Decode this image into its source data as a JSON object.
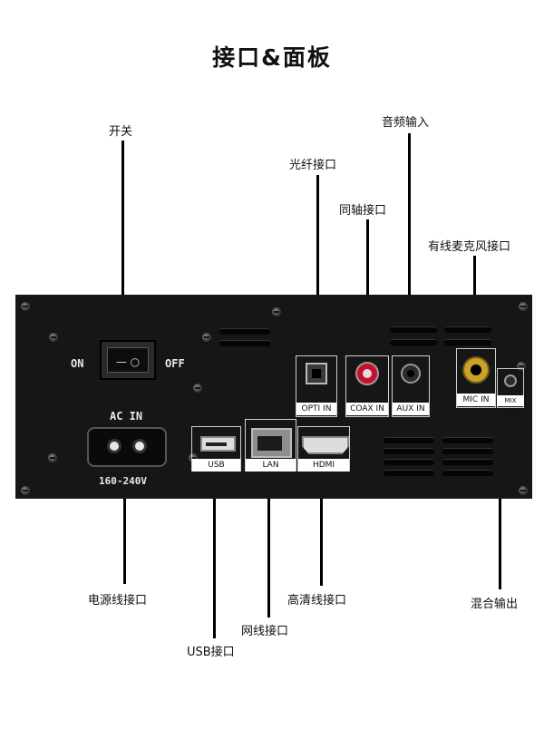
{
  "title": "接口&面板",
  "callouts": {
    "power_switch": "开关",
    "optical_in": "光纤接口",
    "coax_in": "同轴接口",
    "audio_in": "音频输入",
    "mic_in": "有线麦克风接口",
    "power_cord": "电源线接口",
    "hdmi": "高清线接口",
    "lan": "网线接口",
    "usb": "USB接口",
    "mix_out": "混合输出"
  },
  "panel": {
    "on": "ON",
    "off": "OFF",
    "switch_glyph": "— ○",
    "ac_in": "AC IN",
    "voltage": "160-240V",
    "usb": "USB",
    "lan": "LAN",
    "hdmi": "HDMI",
    "opti_in": "OPTI IN",
    "coax_in": "COAX IN",
    "aux_in": "AUX IN",
    "mic_in": "MIC IN",
    "mix_out": "MIX OUT"
  },
  "colors": {
    "panel": "#161616",
    "coax_ring": "#c8102e",
    "mic_ring": "#c9a227"
  }
}
